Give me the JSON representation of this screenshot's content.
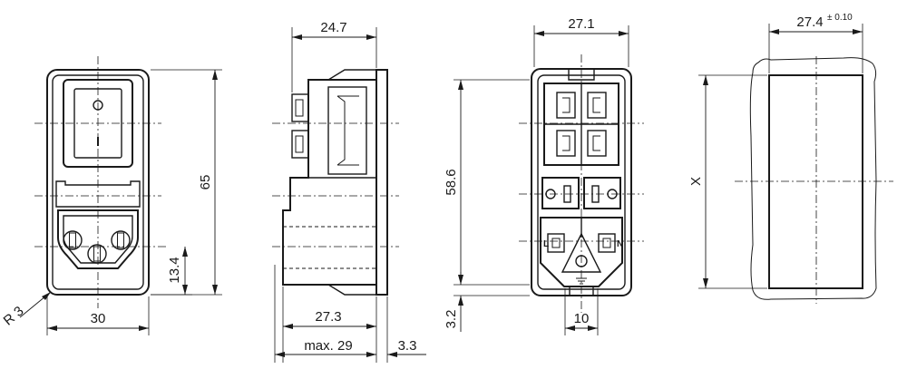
{
  "dimensions": {
    "front_width": "30",
    "front_height": "65",
    "corner_radius": "R 3",
    "inlet_center_height": "13.4",
    "side_top_depth": "24.7",
    "side_body_depth": "27.3",
    "side_max_depth": "max. 29",
    "flange_thickness": "3.3",
    "rear_width": "27.1",
    "rear_height": "58.6",
    "rear_bottom_offset": "3.2",
    "rear_tab_width": "10",
    "cutout_width": "27.4",
    "cutout_tolerance": "± 0.10",
    "cutout_height": "X"
  },
  "terminal_labels": {
    "line": "L",
    "neutral": "N"
  }
}
